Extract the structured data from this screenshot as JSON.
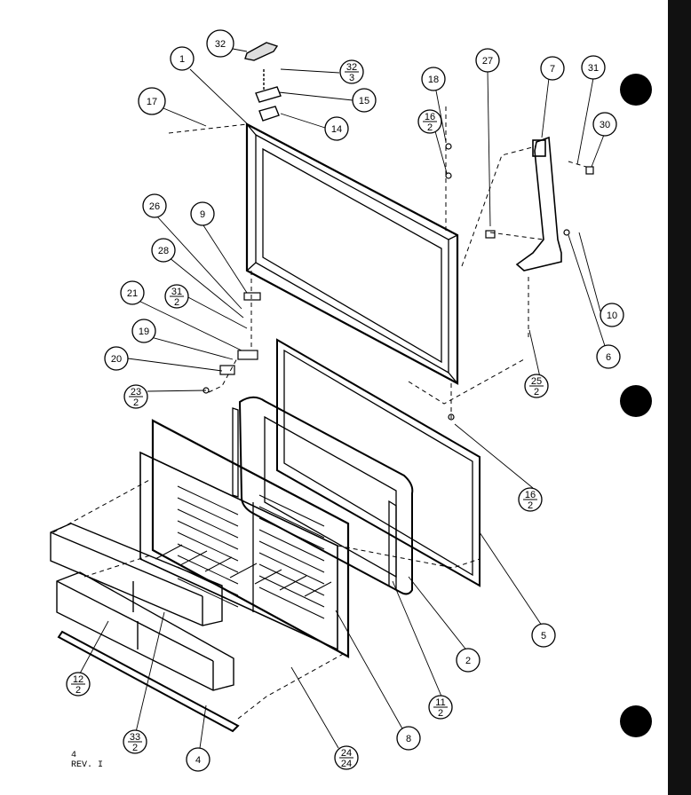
{
  "callouts": [
    {
      "id": "c-32-top",
      "label": "32"
    },
    {
      "id": "c-1",
      "label": "1"
    },
    {
      "id": "c-32-3",
      "num": "32",
      "den": "3"
    },
    {
      "id": "c-15",
      "label": "15"
    },
    {
      "id": "c-14",
      "label": "14"
    },
    {
      "id": "c-17",
      "label": "17"
    },
    {
      "id": "c-18",
      "label": "18"
    },
    {
      "id": "c-16-2-top",
      "num": "16",
      "den": "2"
    },
    {
      "id": "c-27",
      "label": "27"
    },
    {
      "id": "c-7",
      "label": "7"
    },
    {
      "id": "c-31",
      "label": "31"
    },
    {
      "id": "c-30",
      "label": "30"
    },
    {
      "id": "c-26",
      "label": "26"
    },
    {
      "id": "c-9",
      "label": "9"
    },
    {
      "id": "c-28",
      "label": "28"
    },
    {
      "id": "c-31-2",
      "num": "31",
      "den": "2"
    },
    {
      "id": "c-21",
      "label": "21"
    },
    {
      "id": "c-19",
      "label": "19"
    },
    {
      "id": "c-20",
      "label": "20"
    },
    {
      "id": "c-23-2",
      "num": "23",
      "den": "2"
    },
    {
      "id": "c-10",
      "label": "10"
    },
    {
      "id": "c-6-right",
      "label": "6"
    },
    {
      "id": "c-25-2",
      "num": "25",
      "den": "2"
    },
    {
      "id": "c-16-2-bottom",
      "num": "16",
      "den": "2"
    },
    {
      "id": "c-5",
      "label": "5"
    },
    {
      "id": "c-2",
      "label": "2"
    },
    {
      "id": "c-11-2",
      "num": "11",
      "den": "2"
    },
    {
      "id": "c-8",
      "label": "8"
    },
    {
      "id": "c-24-24",
      "num": "24",
      "den": "24"
    },
    {
      "id": "c-4",
      "label": "4"
    },
    {
      "id": "c-33-2",
      "num": "33",
      "den": "2"
    },
    {
      "id": "c-12-2",
      "num": "12",
      "den": "2"
    }
  ],
  "revision": {
    "line1": "4",
    "line2": "REV. I"
  }
}
